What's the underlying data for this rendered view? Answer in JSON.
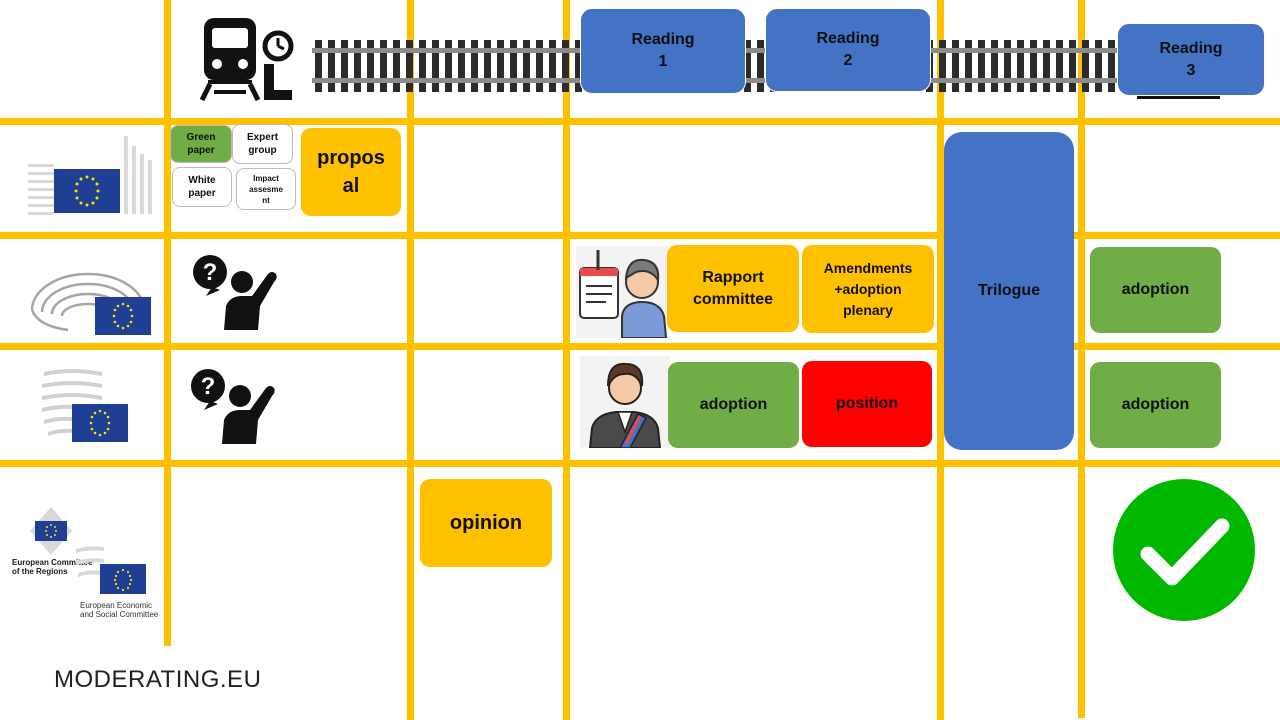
{
  "header": {
    "reading_1": "Reading\n1",
    "reading_2": "Reading\n2",
    "reading_3": "Reading\n3"
  },
  "commission": {
    "green_paper": "Green\npaper",
    "expert_group": "Expert\ngroup",
    "white_paper": "White\npaper",
    "impact_assessment": "Impact\nassesme\nnt",
    "proposal": "propos\nal"
  },
  "parliament": {
    "rapport_committee": "Rapport\ncommittee",
    "amendments": "Amendments\n+adoption\nplenary",
    "adoption": "adoption"
  },
  "council": {
    "adoption": "adoption",
    "position": "position",
    "adoption_final": "adoption"
  },
  "trilogue": "Trilogue",
  "advisory": {
    "opinion": "opinion",
    "cor_label": "European Committee\nof the Regions",
    "eesc_label": "European Economic\nand Social Committee"
  },
  "logo": "MODERATING.EU",
  "colors": {
    "grid": "#FFC000",
    "blue": "#4472C4",
    "green": "#70AD47",
    "red": "#FF0000",
    "check": "#00B800"
  }
}
